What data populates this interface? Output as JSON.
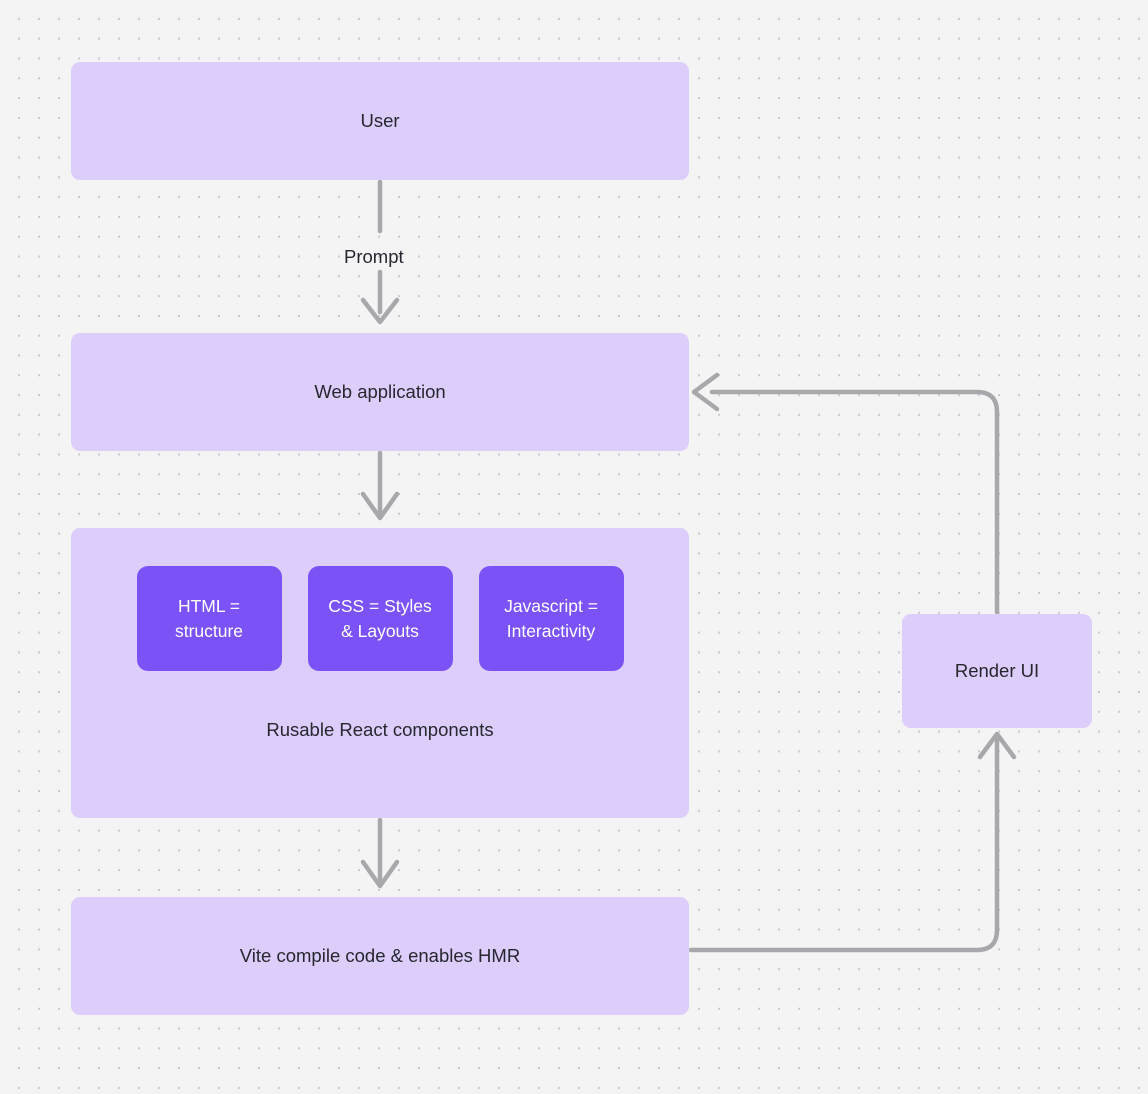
{
  "canvas": {
    "background_color": "#f4f4f5",
    "dot_color": "#c9c9ce",
    "node_fill": "#dccdfb",
    "chip_fill": "#7b52f5",
    "edge_color": "#a8a8ac",
    "text_color": "#27272f",
    "chip_text_color": "#ffffff"
  },
  "nodes": {
    "user": {
      "label": "User"
    },
    "web_application": {
      "label": "Web application"
    },
    "components": {
      "caption": "Rusable React components",
      "chips": [
        {
          "line1": "HTML =",
          "line2": "structure"
        },
        {
          "line1": "CSS = Styles",
          "line2": "& Layouts"
        },
        {
          "line1": "Javascript =",
          "line2": "Interactivity"
        }
      ]
    },
    "vite": {
      "label": "Vite compile code & enables HMR"
    },
    "render_ui": {
      "label": "Render UI"
    }
  },
  "edges": [
    {
      "id": "user-to-web",
      "label": "Prompt",
      "from": "user",
      "to": "web_application",
      "direction": "down"
    },
    {
      "id": "web-to-components",
      "label": "",
      "from": "web_application",
      "to": "components",
      "direction": "down"
    },
    {
      "id": "components-to-vite",
      "label": "",
      "from": "components",
      "to": "vite",
      "direction": "down"
    },
    {
      "id": "vite-to-render",
      "label": "",
      "from": "vite",
      "to": "render_ui",
      "direction": "up"
    },
    {
      "id": "render-to-web",
      "label": "",
      "from": "render_ui",
      "to": "web_application",
      "direction": "left"
    }
  ]
}
